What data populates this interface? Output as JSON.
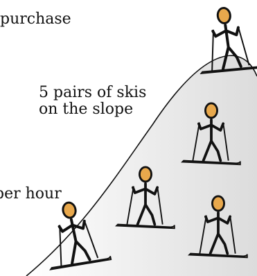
{
  "labels": {
    "purchase": "purchase",
    "pairs_line1": "5 pairs of skis",
    "pairs_line2": "on the slope",
    "per_hour": "per hour"
  },
  "skiers": [
    {
      "role": "skier-top-of-hill",
      "head": "#e8a84c",
      "skis": "#e8cfa4",
      "count_on_slope": false
    },
    {
      "role": "skier-on-slope",
      "head": "#e8a84c",
      "skis": "#e8cfa4",
      "count_on_slope": true
    },
    {
      "role": "skier-on-slope",
      "head": "#e8a84c",
      "skis": "#e8cfa4",
      "count_on_slope": true
    },
    {
      "role": "skier-on-slope",
      "head": "#e8a84c",
      "skis": "#e8cfa4",
      "count_on_slope": true
    },
    {
      "role": "skier-on-slope",
      "head": "#e8a84c",
      "skis": "#e8cfa4",
      "count_on_slope": true
    },
    {
      "role": "skier-bottom-of-hill",
      "head": "#e8a84c",
      "skis": "#e8cfa4",
      "count_on_slope": false
    }
  ],
  "colors": {
    "hill_line": "#111111",
    "hill_fill_light": "#ffffff",
    "hill_fill_shade": "#dcdcdc",
    "head_fill": "#e8a84c",
    "ski_fill": "#e8cfa4",
    "stroke": "#111111"
  }
}
